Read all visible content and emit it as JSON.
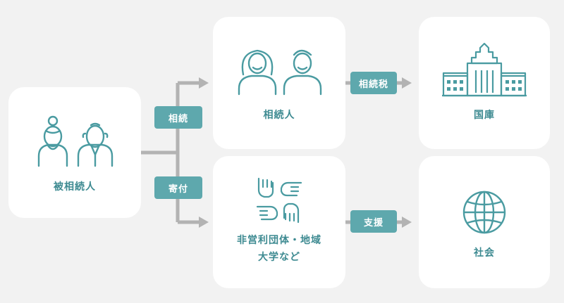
{
  "nodes": {
    "decedent": {
      "label": "被相続人"
    },
    "heirs": {
      "label": "相続人"
    },
    "treasury": {
      "label": "国庫"
    },
    "nonprofit": {
      "label_line1": "非営利団体・地域",
      "label_line2": "大学など"
    },
    "society": {
      "label": "社会"
    }
  },
  "edges": {
    "inheritance": {
      "label": "相続"
    },
    "donation": {
      "label": "寄付"
    },
    "inheritance_tax": {
      "label": "相続税"
    },
    "support": {
      "label": "支援"
    }
  },
  "colors": {
    "background": "#f2f2f2",
    "card": "#ffffff",
    "icon_stroke": "#4a9ba1",
    "badge": "#5ea8ad",
    "text": "#3d8a91",
    "arrow": "#b3b3b3"
  },
  "icons": {
    "decedent": "elderly-couple-icon",
    "heirs": "couple-icon",
    "treasury": "government-building-icon",
    "nonprofit": "hands-icon",
    "society": "globe-icon"
  }
}
